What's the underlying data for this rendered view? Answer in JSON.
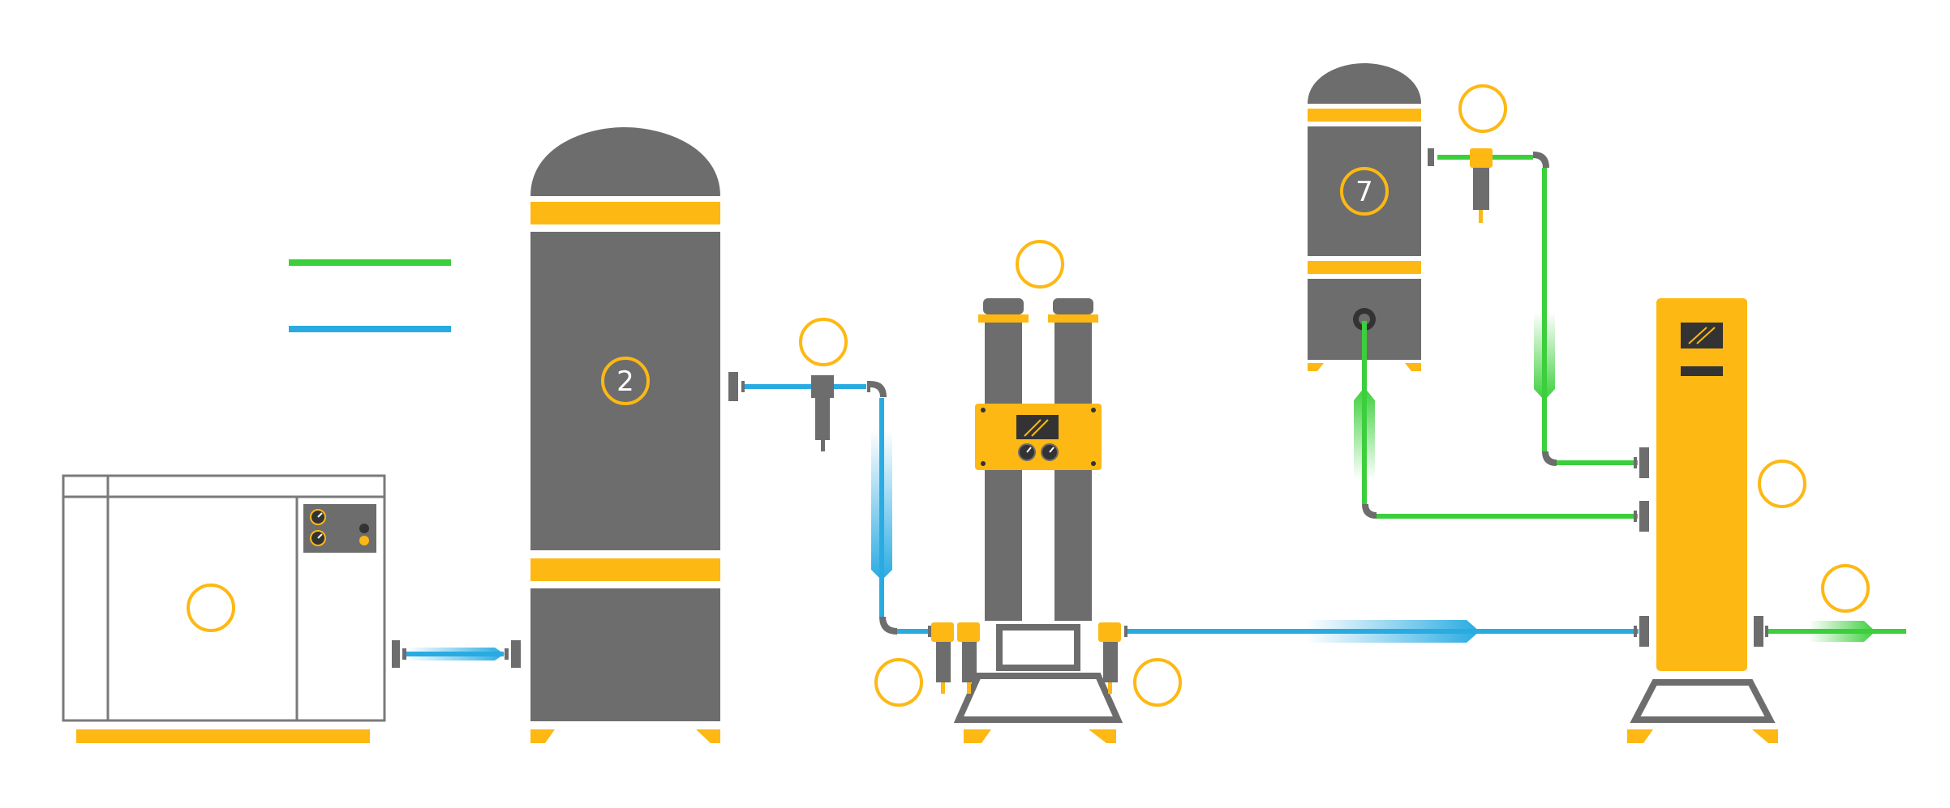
{
  "colors": {
    "equipment_gray": "#6d6d6d",
    "accent_yellow": "#fdb813",
    "blue_line": "#29abe2",
    "green_line": "#3bcf3b",
    "outline_gray": "#7a7a7a",
    "background": "#ffffff"
  },
  "legend": {
    "items": [
      {
        "color": "green",
        "label": ""
      },
      {
        "color": "blue",
        "label": ""
      }
    ]
  },
  "components": [
    {
      "id": "compressor",
      "number": ""
    },
    {
      "id": "air-receiver",
      "number": "2"
    },
    {
      "id": "prefilter",
      "number": ""
    },
    {
      "id": "adsorption-dryer",
      "number": ""
    },
    {
      "id": "dryer-inlet-filters",
      "number": ""
    },
    {
      "id": "dryer-outlet-filter",
      "number": ""
    },
    {
      "id": "buffer-tank",
      "number": "7"
    },
    {
      "id": "buffer-filter",
      "number": ""
    },
    {
      "id": "nitrogen-generator",
      "number": ""
    },
    {
      "id": "outlet",
      "number": ""
    }
  ]
}
